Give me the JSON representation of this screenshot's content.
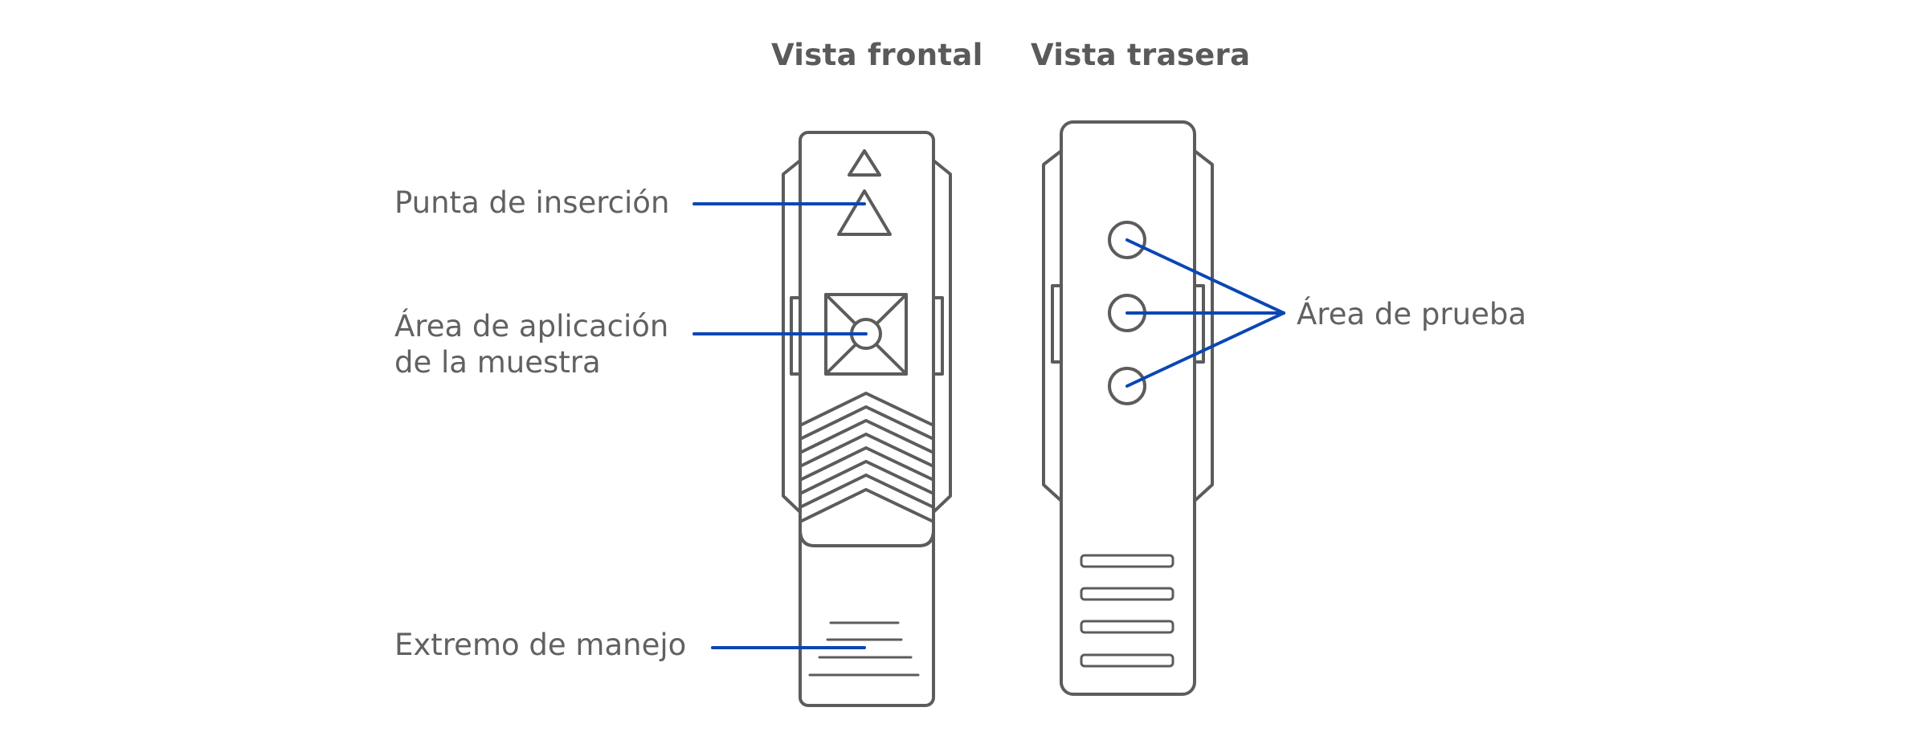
{
  "headings": {
    "front": "Vista frontal",
    "back": "Vista trasera"
  },
  "labels": {
    "insertion_tip": "Punta de inserción",
    "sample_area_line1": "Área de aplicación",
    "sample_area_line2": "de la muestra",
    "handling_end": "Extremo de manejo",
    "test_area": "Área de prueba"
  },
  "colors": {
    "outline": "#5c5c5c",
    "leader_line": "#0b46b4",
    "text": "#616161"
  }
}
